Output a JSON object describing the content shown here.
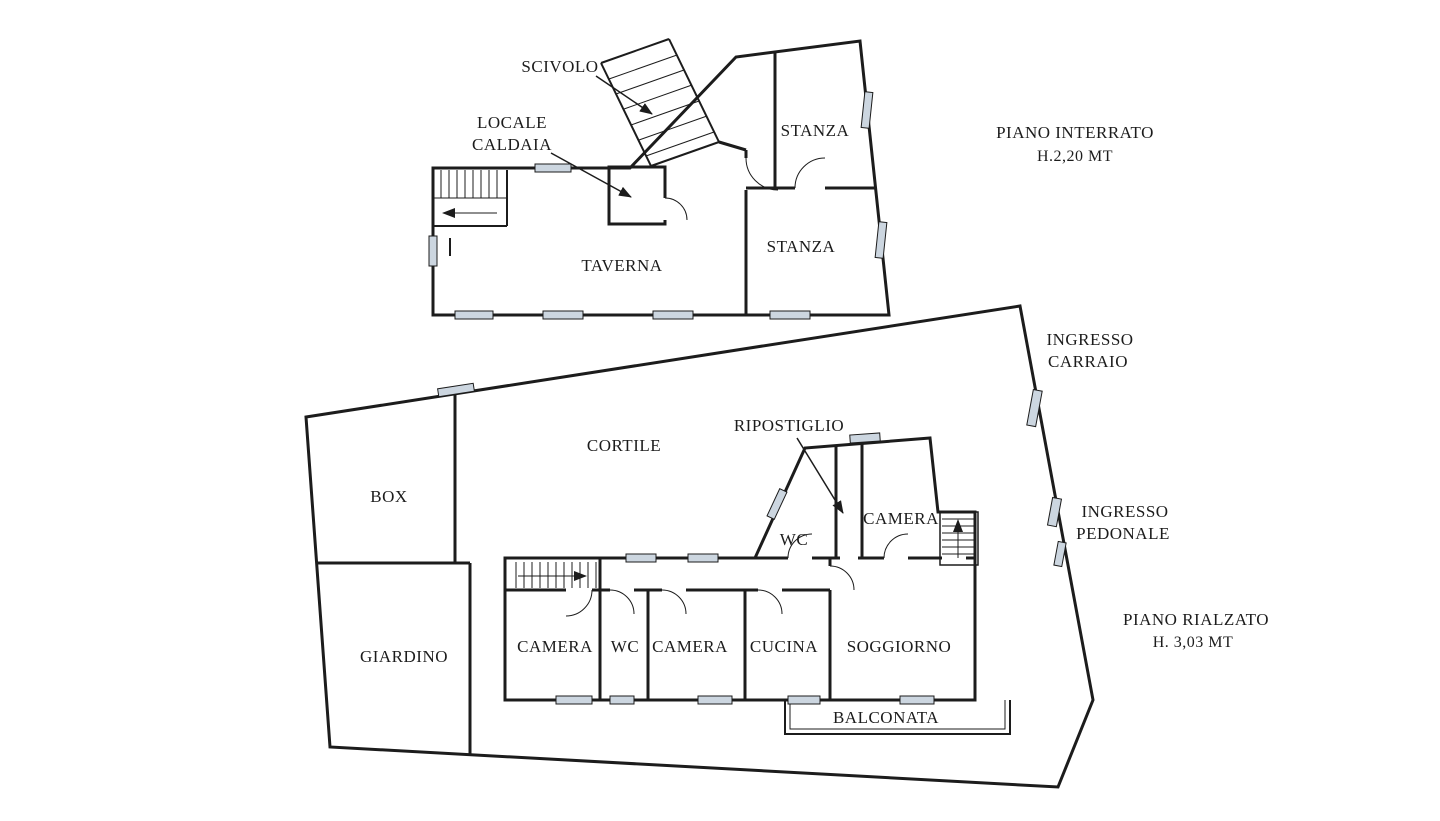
{
  "canvas": {
    "background": "#ffffff",
    "wall_color": "#1c1c1c",
    "window_color": "#ccd6e0"
  },
  "basement": {
    "title": "PIANO INTERRATO",
    "height_note": "H.2,20 MT",
    "callout_scivolo": "SCIVOLO",
    "callout_locale": "LOCALE",
    "callout_caldaia": "CALDAIA",
    "room_stanza_upper": "STANZA",
    "room_stanza_lower": "STANZA",
    "room_taverna": "TAVERNA"
  },
  "ground": {
    "title": "PIANO RIALZATO",
    "height_note": "H. 3,03 MT",
    "ingresso_carraio_1": "INGRESSO",
    "ingresso_carraio_2": "CARRAIO",
    "ingresso_pedonale_1": "INGRESSO",
    "ingresso_pedonale_2": "PEDONALE",
    "callout_ripostiglio": "RIPOSTIGLIO",
    "room_cortile": "CORTILE",
    "room_box": "BOX",
    "room_giardino": "GIARDINO",
    "room_wc_upper": "WC",
    "room_camera_upper": "CAMERA",
    "room_camera_1": "CAMERA",
    "room_wc": "WC",
    "room_camera_2": "CAMERA",
    "room_cucina": "CUCINA",
    "room_soggiorno": "SOGGIORNO",
    "room_balconata": "BALCONATA"
  }
}
